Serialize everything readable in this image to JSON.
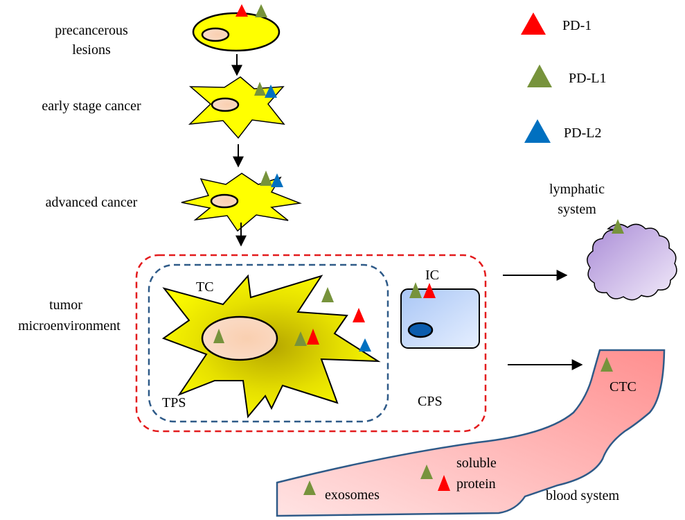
{
  "stages": {
    "precancerous_line1": "precancerous",
    "precancerous_line2": "lesions",
    "early": "early stage cancer",
    "advanced": "advanced cancer",
    "tme_line1": "tumor",
    "tme_line2": "microenvironment"
  },
  "legend": {
    "pd1": "PD-1",
    "pdl1": "PD-L1",
    "pdl2": "PD-L2"
  },
  "tme": {
    "tc": "TC",
    "tps": "TPS",
    "ic": "IC",
    "cps": "CPS"
  },
  "lymph": {
    "line1": "lymphatic",
    "line2": "system"
  },
  "blood": {
    "ctc": "CTC",
    "soluble_line1": "soluble",
    "soluble_line2": "protein",
    "exosomes": "exosomes",
    "system": "blood system"
  },
  "colors": {
    "pd1": "#ff0000",
    "pdl1": "#77933c",
    "pdl2": "#0070c0",
    "cell_fill": "#ffff00",
    "nucleus": "#f8cbad",
    "red_dash": "#e31a1c",
    "blue_dash": "#2e5a88",
    "blood_vessel": "#f4a6a6",
    "lymph": "#c9b3e0"
  }
}
